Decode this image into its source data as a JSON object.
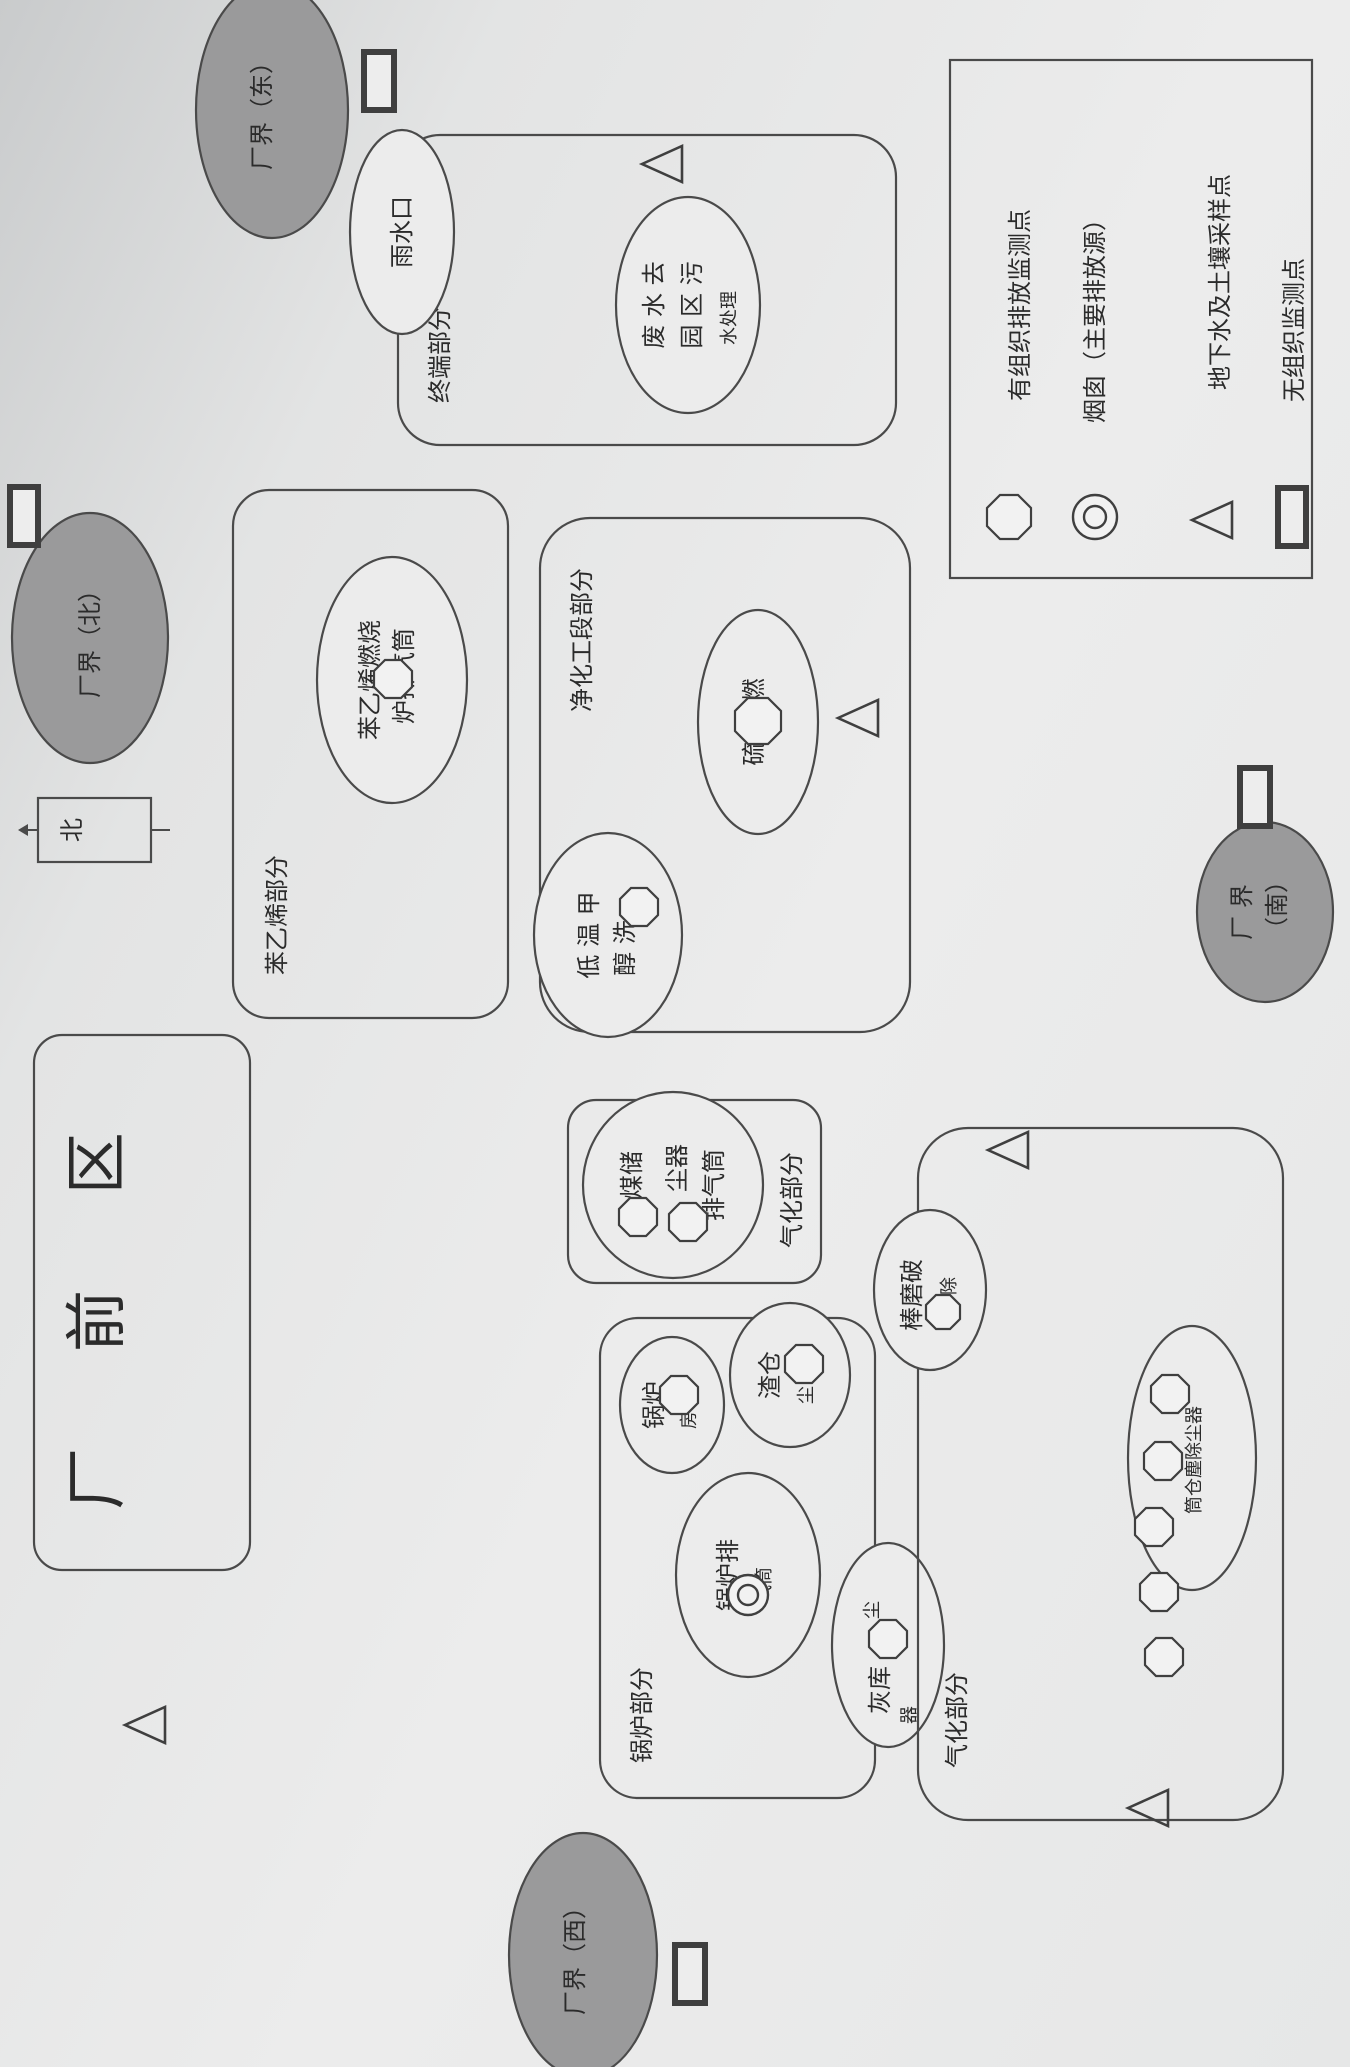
{
  "areas": {
    "front_zone": "厂 前 区",
    "styrene": "苯乙烯部分",
    "purification": "净化工段部分",
    "terminal": "终端部分",
    "boiler": "锅炉部分",
    "gasification": "气化部分",
    "gasification_box": "气化部分"
  },
  "boundaries": {
    "north": "厂界（北）",
    "east": "厂界（东）",
    "west": "厂界（西）",
    "south_line1": "厂  界",
    "south_line2": "（南）"
  },
  "north_arrow": "北",
  "units": {
    "rain_outlet": "雨水口",
    "wastewater_l1": "废  水  去",
    "wastewater_l2": "园  区  污",
    "wastewater_l3": "水处理",
    "styrene_stack_l1": "苯乙烯燃烧",
    "styrene_stack_l2": "炉排气筒",
    "sulfur": "硫 磺 燃",
    "methanol_l1": "低  温  甲",
    "methanol_l2": "醇  洗",
    "coal_l1": "煤储",
    "coal_l2": "尘器",
    "coal_l3": "排气筒",
    "boiler_small_l1": "锅炉",
    "boiler_small_l2": "房",
    "slag_l1": "渣仓",
    "slag_l2": "尘",
    "boiler_stack_l1": "锅炉排",
    "boiler_stack_l2": "气筒",
    "ash_l1": "灰库",
    "ash_l2": "尘",
    "ash_l3": "器",
    "crusher_l1": "棒磨破",
    "crusher_l2": "碎除",
    "silo_dust": "筒仓塵除尘器"
  },
  "legend": {
    "organized": "有组织排放监测点",
    "chimney": "烟囱（主要排放源）",
    "groundwater": "地下水及土壤采样点",
    "unorganized": "无组织监测点"
  }
}
